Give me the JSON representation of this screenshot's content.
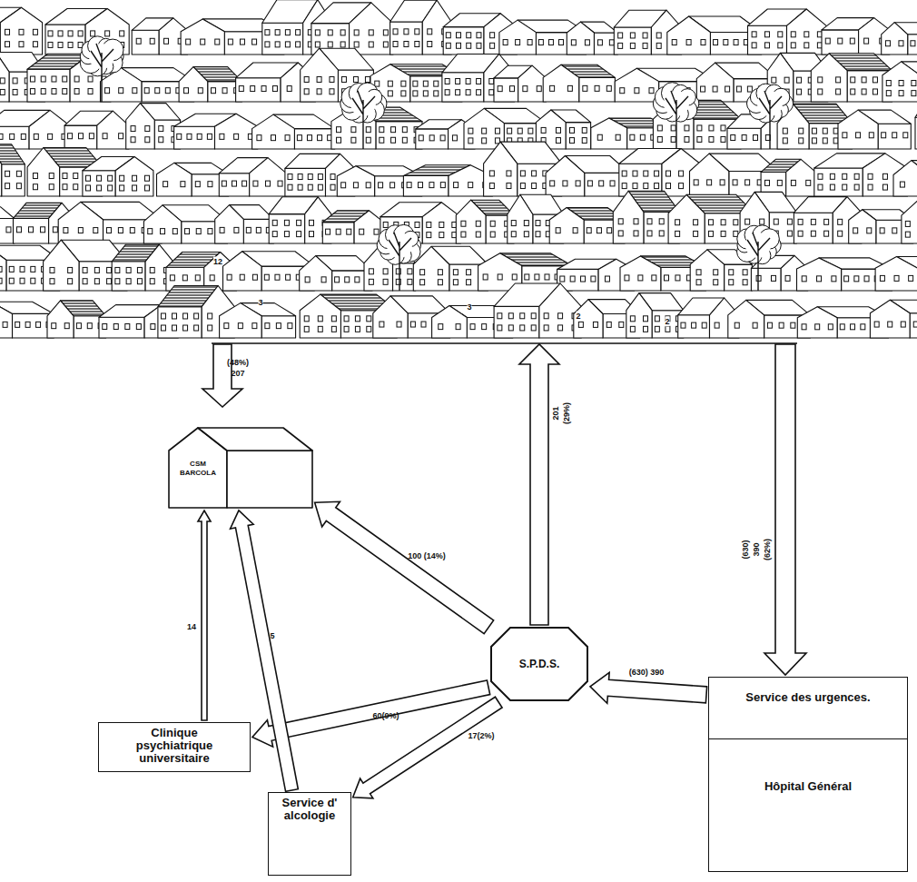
{
  "diagram": {
    "nodes": [
      {
        "text": [
          "CSM BARCOLA"
        ]
      },
      {
        "text": [
          "S.P.D.S."
        ]
      },
      {
        "text": [
          "Service des urgences.",
          "Hôpital Général"
        ]
      },
      {
        "text": [
          "Clinique psychiatrique universitaire"
        ]
      },
      {
        "text": [
          "Service d' alcologie"
        ]
      }
    ],
    "edges": [
      {
        "from": 2,
        "to": 1,
        "arrow": "to",
        "label": "(630) 390"
      },
      {
        "from": 1,
        "to": 0,
        "arrow": "to",
        "label": "100 (14%)"
      },
      {
        "from": 1,
        "to": 3,
        "arrow": "to",
        "label": "60(9%)"
      },
      {
        "from": 1,
        "to": 4,
        "arrow": "to",
        "label": "17(2%)"
      },
      {
        "from": 3,
        "to": 0,
        "arrow": "to",
        "label": "14"
      },
      {
        "from": 4,
        "to": 0,
        "arrow": "to",
        "label": "5"
      }
    ],
    "labels": [
      "(48%)",
      "207",
      "201",
      "(29%)",
      "(630)",
      "390",
      "(62%)",
      "12",
      "3",
      "3",
      "2",
      "2"
    ]
  }
}
